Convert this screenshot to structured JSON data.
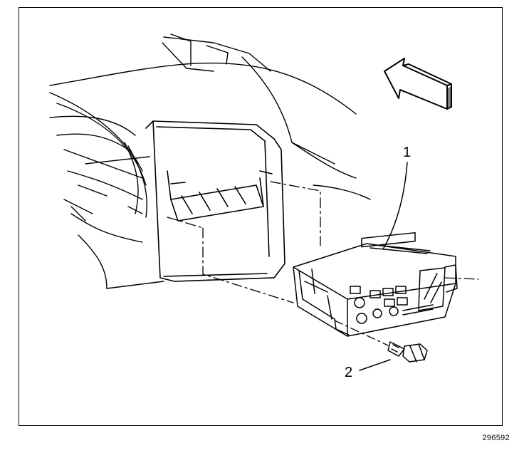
{
  "diagram": {
    "callouts": [
      {
        "number": "1",
        "part": "radio-receiver"
      },
      {
        "number": "2",
        "part": "mounting-bolt"
      }
    ],
    "figure_id": "296592",
    "icons": {
      "direction": "forward-arrow-icon"
    },
    "line_color": "#000000",
    "background": "#ffffff"
  }
}
